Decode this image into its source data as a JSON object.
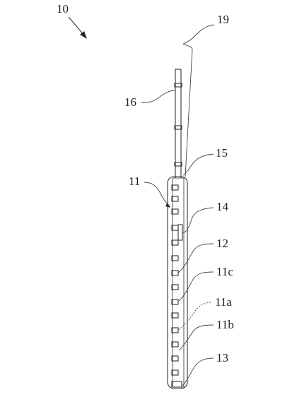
{
  "figure": {
    "labels": {
      "assembly": "10",
      "distal_wire": "19",
      "proximal_tube": "16",
      "junction": "15",
      "sheath": "11",
      "connector": "14",
      "electrode_band": "12",
      "ring_c": "11c",
      "ring_a": "11a",
      "ring_b": "11b",
      "tip": "13"
    },
    "colors": {
      "line": "#333333",
      "background": "#ffffff"
    }
  }
}
